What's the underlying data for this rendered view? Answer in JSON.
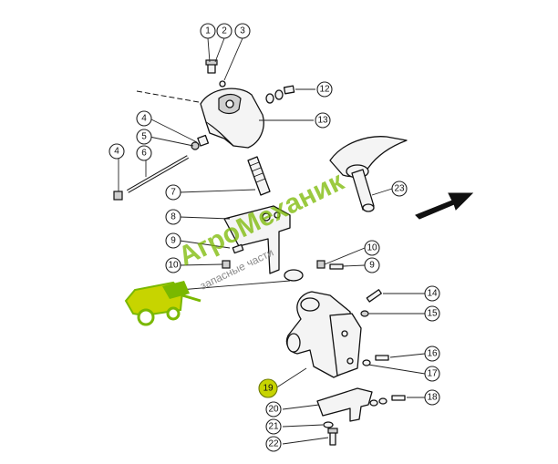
{
  "callouts": [
    {
      "label": "1"
    },
    {
      "label": "2"
    },
    {
      "label": "3"
    },
    {
      "label": "12"
    },
    {
      "label": "4"
    },
    {
      "label": "13"
    },
    {
      "label": "5"
    },
    {
      "label": "4"
    },
    {
      "label": "6"
    },
    {
      "label": "7"
    },
    {
      "label": "23"
    },
    {
      "label": "8"
    },
    {
      "label": "9"
    },
    {
      "label": "10"
    },
    {
      "label": "10"
    },
    {
      "label": "9"
    },
    {
      "label": "14"
    },
    {
      "label": "15"
    },
    {
      "label": "16"
    },
    {
      "label": "17"
    },
    {
      "label": "19"
    },
    {
      "label": "18"
    },
    {
      "label": "20"
    },
    {
      "label": "21"
    },
    {
      "label": "22"
    }
  ],
  "watermark": {
    "brand": "АгроМеханик",
    "tagline": "запасные части",
    "brand_color": "#7ab800",
    "highlight_color": "#c7d400"
  }
}
